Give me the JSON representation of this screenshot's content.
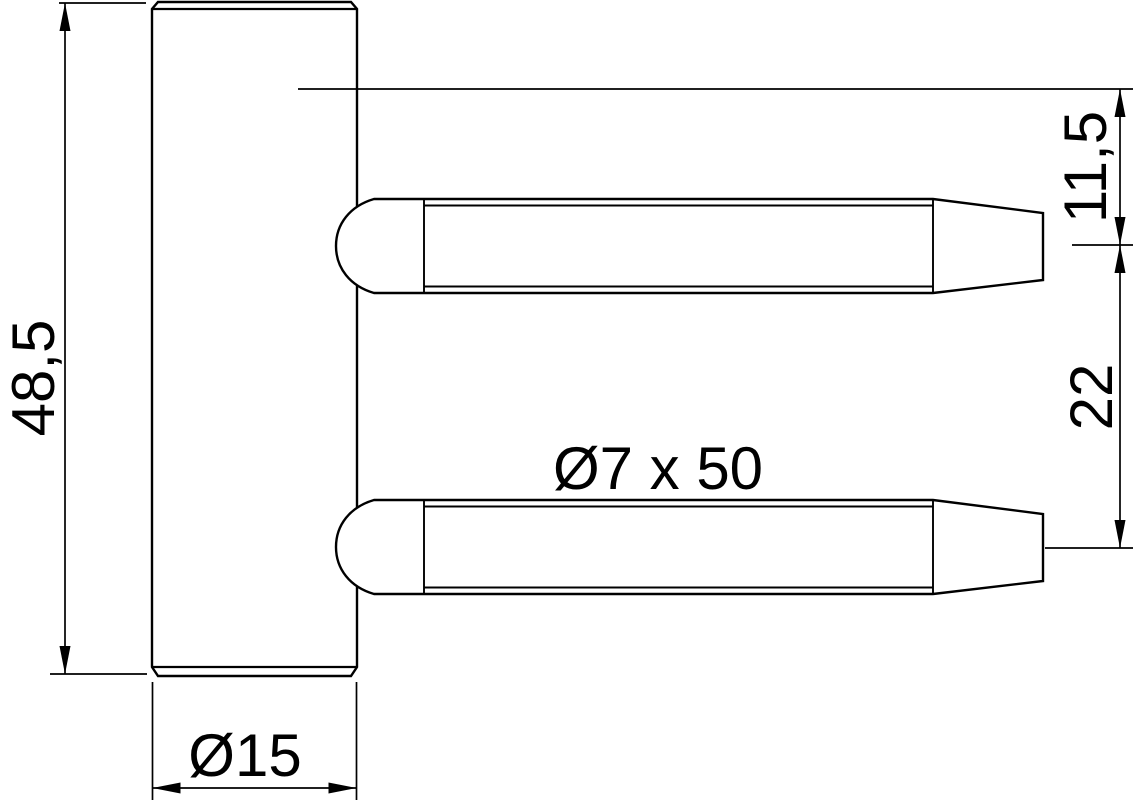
{
  "drawing": {
    "background_color": "#ffffff",
    "line_color": "#000000",
    "labels": {
      "overall_height": "48,5",
      "body_diameter": "Ø15",
      "pin_spec": "Ø7 x 50",
      "pin_offset_top": "11,5",
      "pin_spacing": "22"
    }
  }
}
